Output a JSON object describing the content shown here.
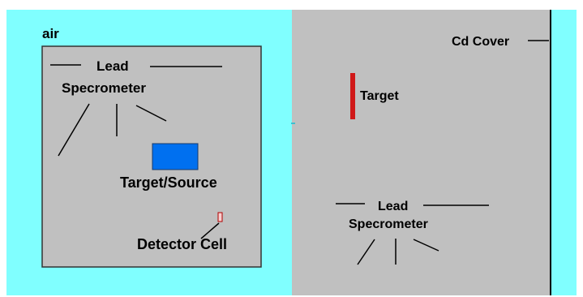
{
  "colors": {
    "air": "#80ffff",
    "lead": "#c0c0c0",
    "target_source": "#0070f0",
    "target": "#d01818",
    "outline": "#000000",
    "detector_cell": "#f8d0d0"
  },
  "left_panel": {
    "air_label": "air",
    "lead_label": "Lead",
    "spectrometer_label": "Specrometer",
    "target_source_label": "Target/Source",
    "detector_cell_label": "Detector Cell"
  },
  "right_panel": {
    "cd_cover_label": "Cd Cover",
    "target_label": "Target",
    "lead_label": "Lead",
    "spectrometer_label": "Specrometer"
  }
}
